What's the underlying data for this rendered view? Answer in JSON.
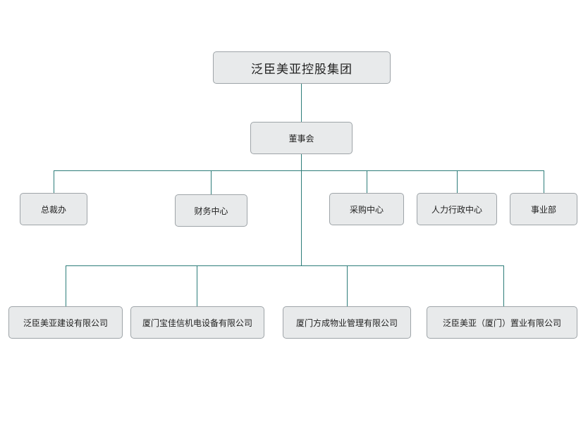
{
  "org_chart": {
    "root": {
      "label": "泛臣美亚控股集团"
    },
    "board": {
      "label": "董事会"
    },
    "departments": [
      {
        "label": "总裁办"
      },
      {
        "label": "财务中心"
      },
      {
        "label": "采购中心"
      },
      {
        "label": "人力行政中心"
      },
      {
        "label": "事业部"
      }
    ],
    "subsidiaries": [
      {
        "label": "泛臣美亚建设有限公司"
      },
      {
        "label": "厦门宝佳信机电设备有限公司"
      },
      {
        "label": "厦门方成物业管理有限公司"
      },
      {
        "label": "泛臣美亚（厦门）置业有限公司"
      }
    ]
  }
}
